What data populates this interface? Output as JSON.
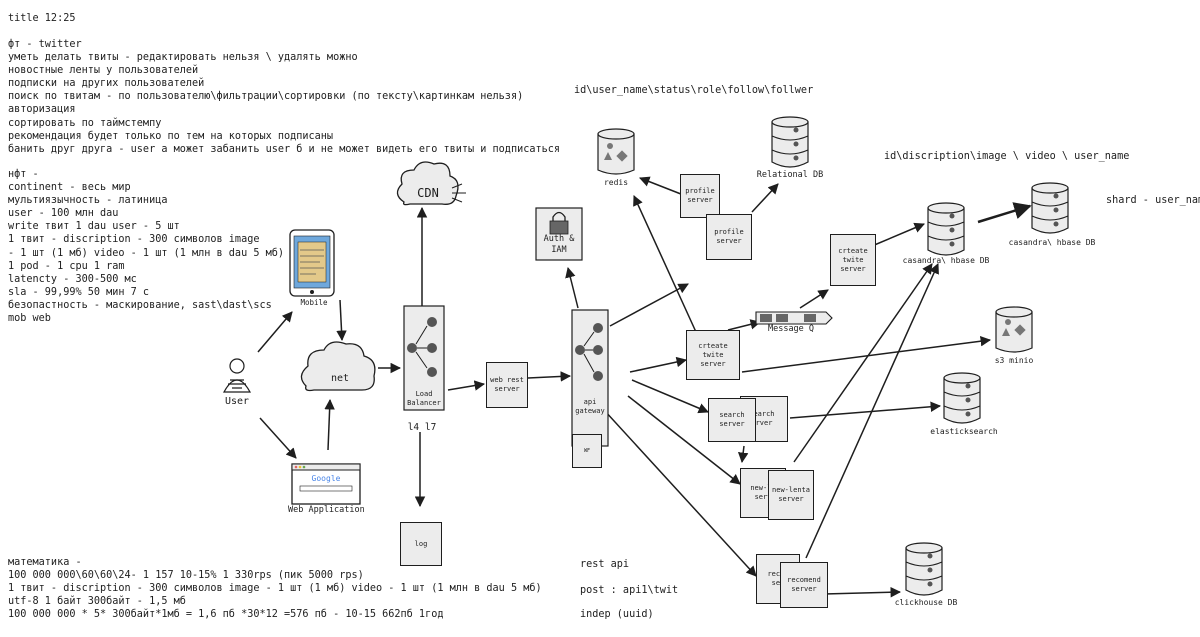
{
  "notes": {
    "title": "title  12:25",
    "functional": [
      "фт - twitter",
      "уметь делать твиты - редактировать нельзя \\ удалять можно",
      "новостные ленты у пользователей",
      "подписки на других пользователей",
      "поиск по твитам - по пользователю\\фильтрации\\сортировки (по тексту\\картинкам нельзя)",
      "авторизация",
      "сортировать по таймстемпу",
      "рекомендация будет только по тем на которых подписаны",
      "банить друг друга - user a может забанить user б и не может видеть его твиты и подписаться"
    ],
    "nonfunctional": [
      "нфт -",
      "continent - весь мир",
      "мультиязычность - латиница",
      "user - 100 млн dau",
      "write твит 1 dau user - 5 шт",
      "1 твит -  discription - 300 символов image",
      "- 1 шт (1 мб) video - 1 шт (1 млн в dau 5 мб)",
      "1 pod - 1 cpu 1 ram",
      "latencty - 300-500 мс",
      "sla - 99,99% 50 мин 7 с",
      "безопастность - маскирование, sast\\dast\\scs",
      "mob web"
    ],
    "math": [
      "математика -",
      "100 000 000\\60\\60\\24- 1 157  10-15%  1 330rps  (пик 5000 rps)",
      "1 твит -  discription - 300 символов image - 1 шт (1 мб) video - 1 шт (1 млн в dau 5 мб)",
      "utf-8 1 байт 300байт - 1,5 мб",
      "100 000 000 * 5* 300байт*1мб = 1,6 пб *30*12 =576 пб - 10-15  662пб 1год"
    ],
    "api": [
      "rest api",
      "post : api1\\twit",
      "indep (uuid)"
    ],
    "user_schema": "id\\user_name\\status\\role\\follow\\follwer",
    "tweet_schema": "id\\discription\\image \\ video \\ user_name",
    "shard": "shard - user_name"
  },
  "labels": {
    "mobile": "Mobile",
    "user": "User",
    "net": "net",
    "web_app": "Web Application",
    "google": "Google",
    "cdn": "CDN",
    "load_balancer": [
      "Load",
      "Balancer"
    ],
    "l4l7": "l4 l7",
    "log": "log",
    "web_rest_server": [
      "web rest",
      "server"
    ],
    "api_gateway": [
      "api",
      "gateway"
    ],
    "waf": "WF",
    "auth": [
      "Auth &",
      "IAM"
    ],
    "redis": "redis",
    "relational_db": "Relational DB",
    "profile_server": [
      "profile",
      "server"
    ],
    "create_twite_server": [
      "crteate",
      "twite",
      "server"
    ],
    "message_q": "Message Q",
    "create_twite_server2": [
      "crteate",
      "twite",
      "server"
    ],
    "casandra_hbase": "casandra\\ hbase DB",
    "casandra_hbase2": "casandra\\ hbase DB",
    "s3": "s3 minio",
    "search_server": [
      "search",
      "server"
    ],
    "search_back": [
      "earch",
      "rver"
    ],
    "elastic": "elasticksearch",
    "new_lenta_back": [
      "new-le",
      "serv"
    ],
    "new_lenta_server": [
      "new-lenta",
      "server"
    ],
    "recomend_back": [
      "recom",
      "ser"
    ],
    "recomend_server": [
      "recomend",
      "server"
    ],
    "clickhouse": "clickhouse DB"
  }
}
